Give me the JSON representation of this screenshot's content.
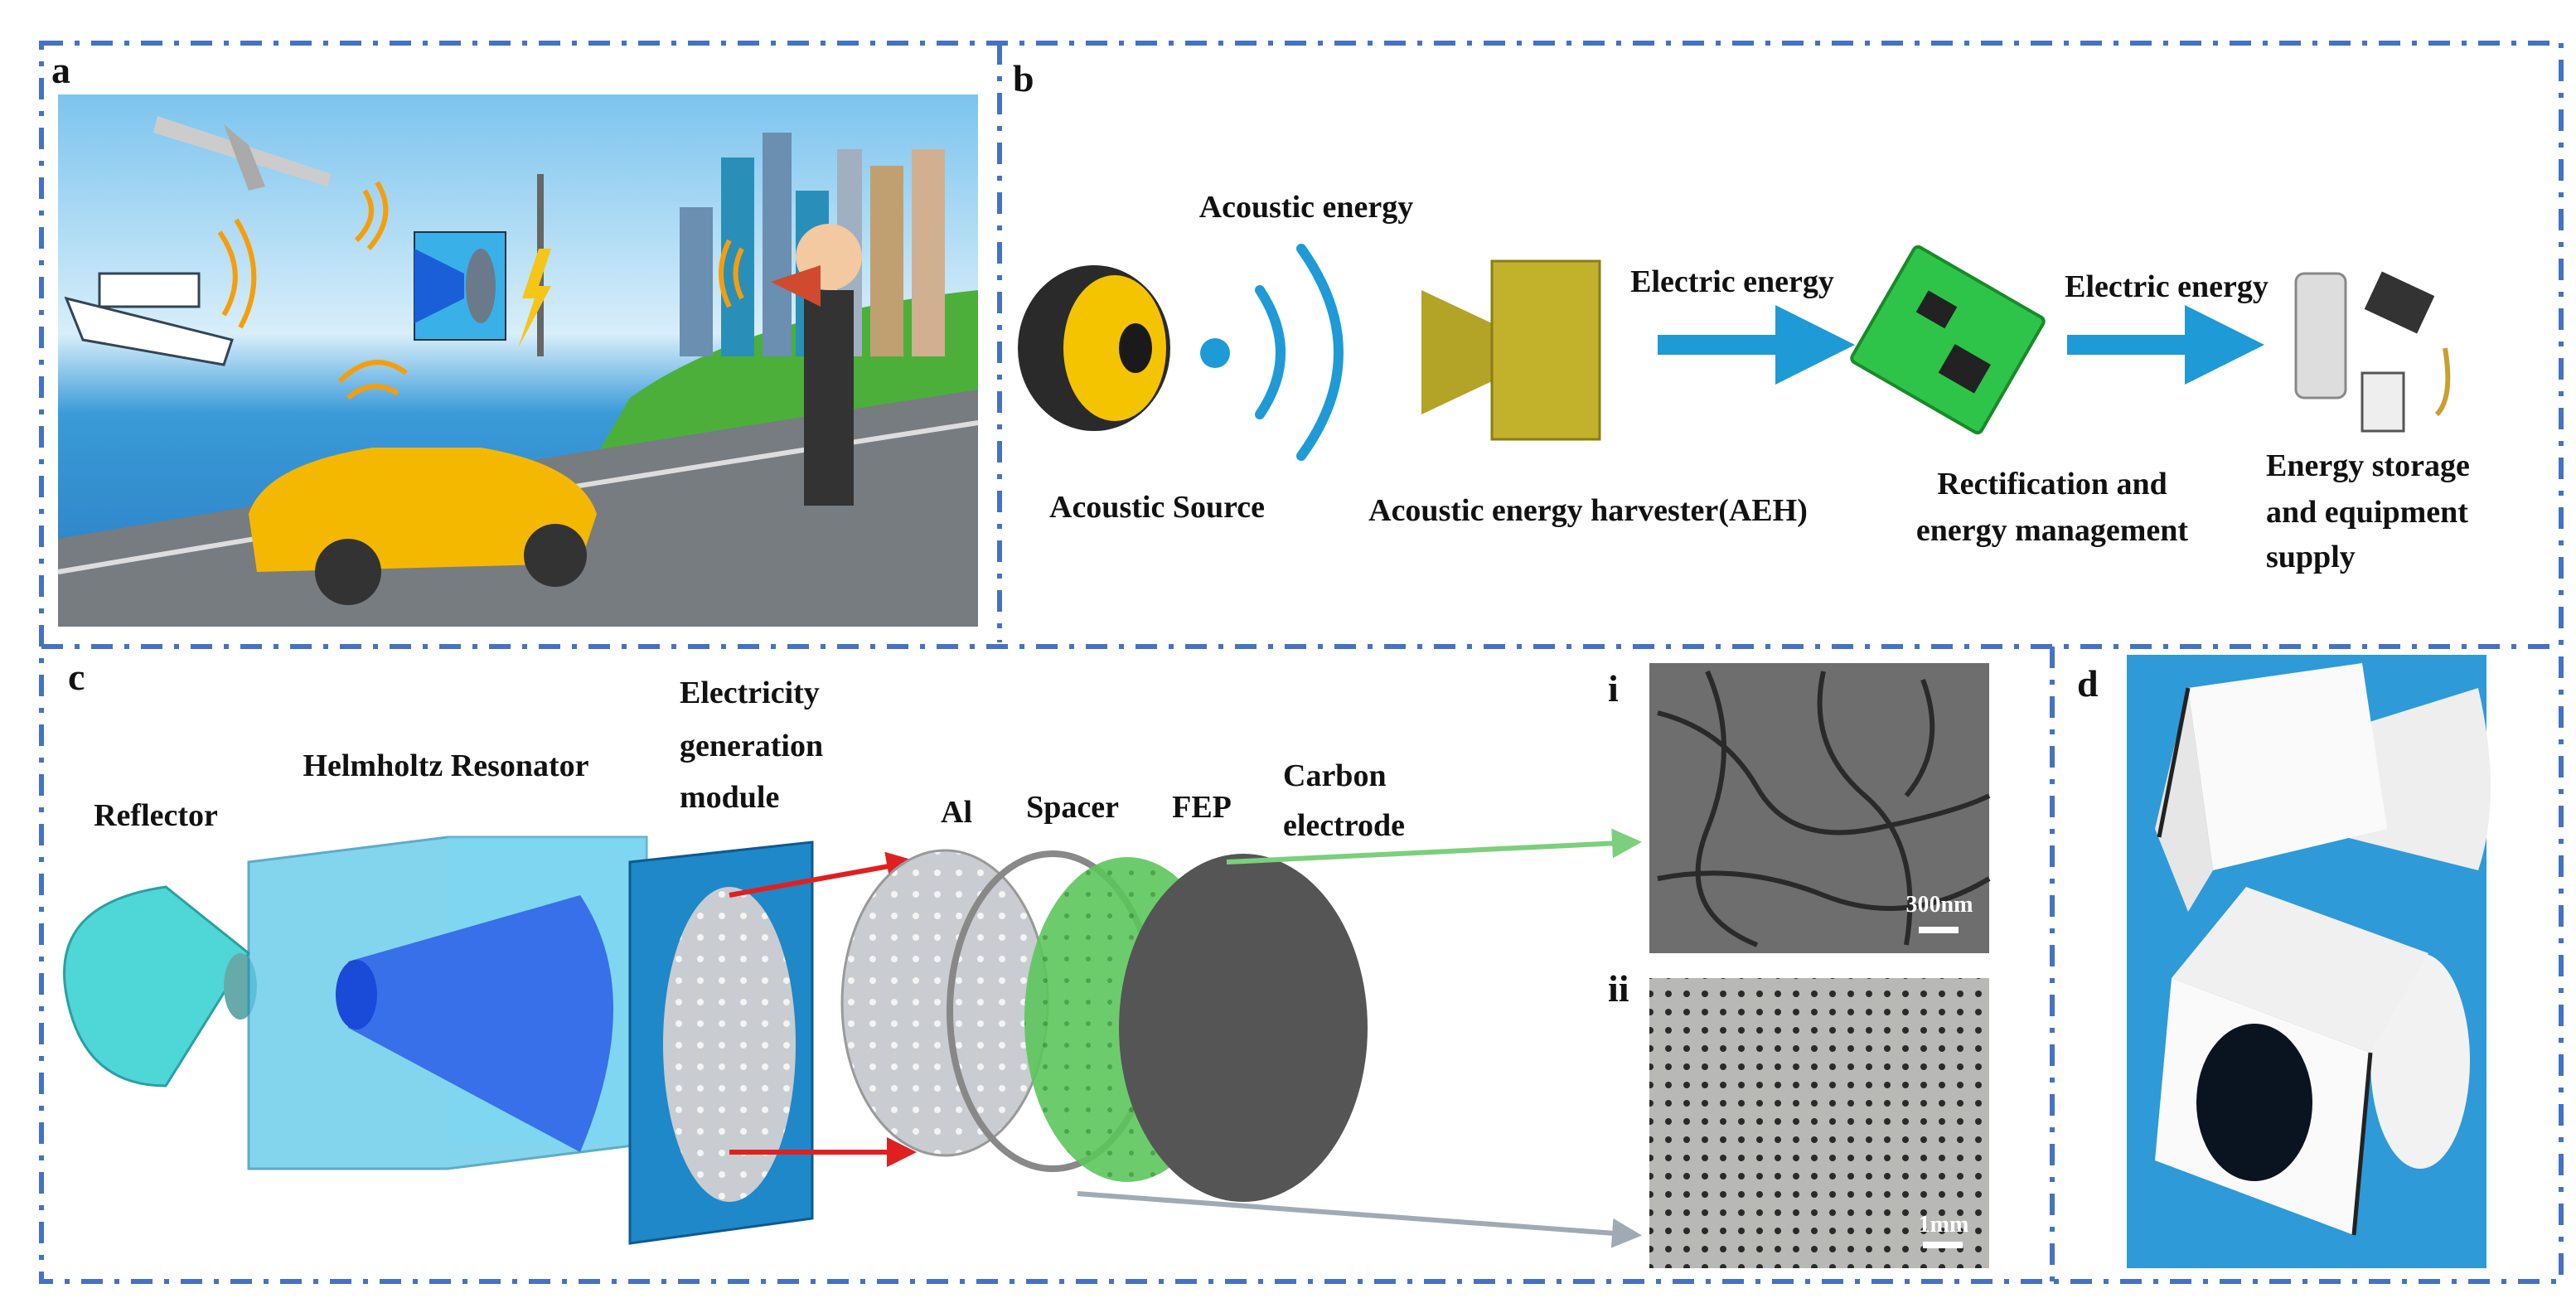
{
  "panels": {
    "a": {
      "label": "a"
    },
    "b": {
      "label": "b",
      "acoustic_energy": "Acoustic energy",
      "electric_energy_1": "Electric energy",
      "electric_energy_2": "Electric energy",
      "acoustic_source": "Acoustic Source",
      "harvester": "Acoustic energy harvester(AEH)",
      "rectification": [
        "Rectification and",
        "energy management"
      ],
      "storage": [
        "Energy storage",
        "and equipment",
        "supply"
      ]
    },
    "c": {
      "label": "c",
      "reflector": "Reflector",
      "resonator": "Helmholtz Resonator",
      "module": [
        "Electricity",
        "generation",
        "module"
      ],
      "al": "Al",
      "spacer": "Spacer",
      "fep": "FEP",
      "carbon": [
        "Carbon",
        "electrode"
      ],
      "sub_i": {
        "label": "i",
        "scale": "300nm"
      },
      "sub_ii": {
        "label": "ii",
        "scale": "1mm"
      }
    },
    "d": {
      "label": "d"
    }
  },
  "colors": {
    "border": "#4472c4",
    "arrow_blue": "#1e9ad6",
    "arrow_red": "#e02020",
    "arrow_green": "#7ccf7c",
    "arrow_grey": "#a0aab4"
  }
}
